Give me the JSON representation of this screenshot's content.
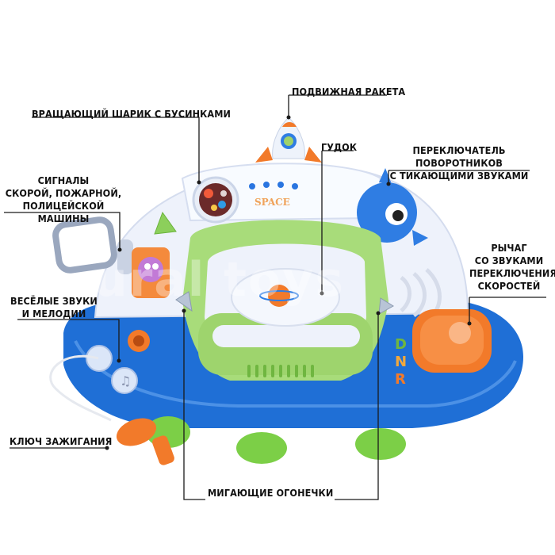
{
  "labels": {
    "rocket": "ПОДВИЖНАЯ РАКЕТА",
    "bead_ball": "ВРАЩАЮЩИЙ ШАРИК С БУСИНКАМИ",
    "horn": "ГУДОК",
    "turn_signals_line1": "ПЕРЕКЛЮЧАТЕЛЬ ПОВОРОТНИКОВ",
    "turn_signals_line2": "С ТИКАЮЩИМИ ЗВУКАМИ",
    "sirens_line1": "СИГНАЛЫ",
    "sirens_line2": "СКОРОЙ, ПОЖАРНОЙ,",
    "sirens_line3": "ПОЛИЦЕЙСКОЙ МАШИНЫ",
    "lever_line1": "РЫЧАГ",
    "lever_line2": "СО ЗВУКАМИ",
    "lever_line3": "ПЕРЕКЛЮЧЕНИЯ",
    "lever_line4": "СКОРОСТЕЙ",
    "sounds_line1": "ВЕСЁЛЫЕ ЗВУКИ",
    "sounds_line2": "И МЕЛОДИИ",
    "ignition_key": "КЛЮЧ ЗАЖИГАНИЯ",
    "lights": "МИГАЮЩИЕ ОГОНЕЧКИ"
  },
  "toy": {
    "panel_text": "SPACE",
    "gear_letters": [
      "D",
      "N",
      "R"
    ]
  },
  "watermark": "ural toys",
  "colors": {
    "body_blue": "#1f6fd6",
    "dome_white": "#eef2fb",
    "wheel_green": "#a8dc7a",
    "accent_orange": "#f27a2a",
    "line_color": "#1a1a1a"
  }
}
